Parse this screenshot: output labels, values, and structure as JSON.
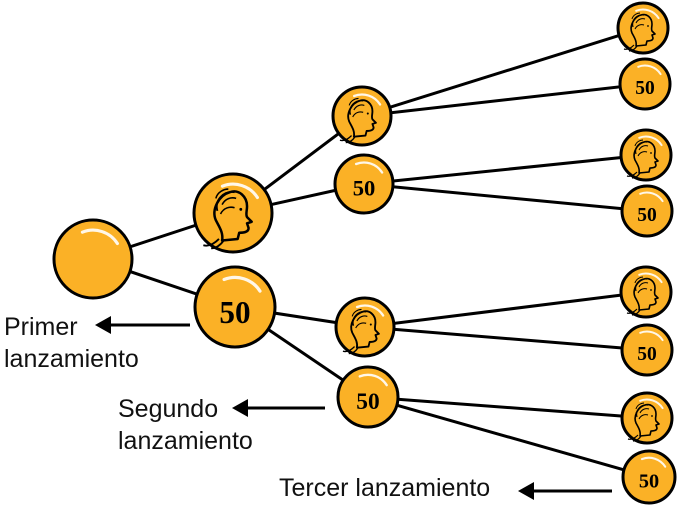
{
  "colors": {
    "coin_fill": "#fbb126",
    "coin_outline": "#000000",
    "branch_line": "#000000",
    "arrow": "#000000"
  },
  "coin_faces": {
    "heads_icon": "profile-head-icon",
    "tails_text": "50"
  },
  "tree": {
    "root": "blank",
    "first_toss": [
      "heads",
      "tails"
    ],
    "second_toss": [
      "heads",
      "tails",
      "heads",
      "tails"
    ],
    "third_toss": [
      "heads",
      "tails",
      "heads",
      "tails",
      "heads",
      "tails",
      "heads",
      "tails"
    ]
  },
  "labels": {
    "first_line1": "Primer",
    "first_line2": "lanzamiento",
    "second_line1": "Segundo",
    "second_line2": "lanzamiento",
    "third": "Tercer lanzamiento"
  }
}
